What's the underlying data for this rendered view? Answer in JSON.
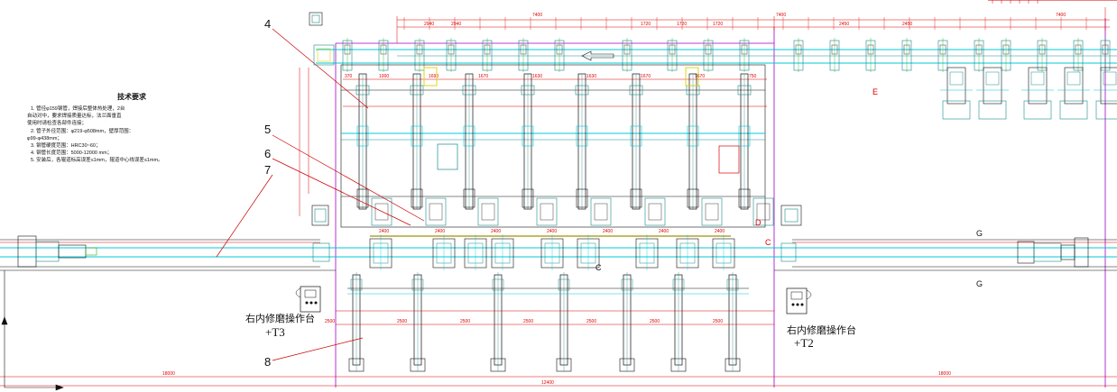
{
  "callouts": [
    "4",
    "5",
    "6",
    "7",
    "8"
  ],
  "notes": {
    "title": "技术要求",
    "lines": [
      "1. 管径φ159钢管，焊接后整体热处理，2台",
      "自动对中，要求焊接质量达标，法兰面垂直",
      "使用时请检查各部件连接；",
      "φ99-φ438mm；",
      "2. 管子外径范围：φ219-φ508mm，壁厚范围：",
      "3. 钢管硬度范围：HRC30~60；",
      "4. 钢管长度范围：5000-12000 mm；",
      "5. 安装后，各辊道标高误差≤1mm，辊道中心线误差≤1mm。"
    ]
  },
  "operator_stations": {
    "left": {
      "label": "右内修磨操作台",
      "code": "+T3"
    },
    "right": {
      "label": "右内修磨操作台",
      "code": "+T2"
    }
  },
  "section_markers": [
    "D",
    "C",
    "E",
    "G",
    "G",
    "C"
  ],
  "top_dimensions": [
    "7400",
    "7400",
    "7400",
    "2940",
    "2940",
    "1720",
    "1720",
    "1720",
    "2450",
    "2450"
  ],
  "upper_dimensions": [
    "370",
    "1000",
    "1690",
    "1670",
    "1630",
    "1630",
    "1670",
    "1670",
    "750"
  ],
  "middle_dimensions": [
    "2400",
    "2400",
    "2400",
    "2400",
    "2400",
    "2400",
    "2400"
  ],
  "bottom_dimensions": [
    "18000",
    "18000",
    "12400",
    "2500",
    "2500",
    "2500",
    "2500",
    "2500",
    "2500",
    "2500"
  ],
  "colors": {
    "dimension": "#dd0000",
    "frame": "#000000",
    "conveyor": "#00c8d8",
    "zone_boundary": "#a000c0",
    "equipment": "#1a8a8a",
    "accent_green": "#22aa22",
    "accent_yellow": "#e0d000",
    "callout_line": "#cc0000"
  }
}
